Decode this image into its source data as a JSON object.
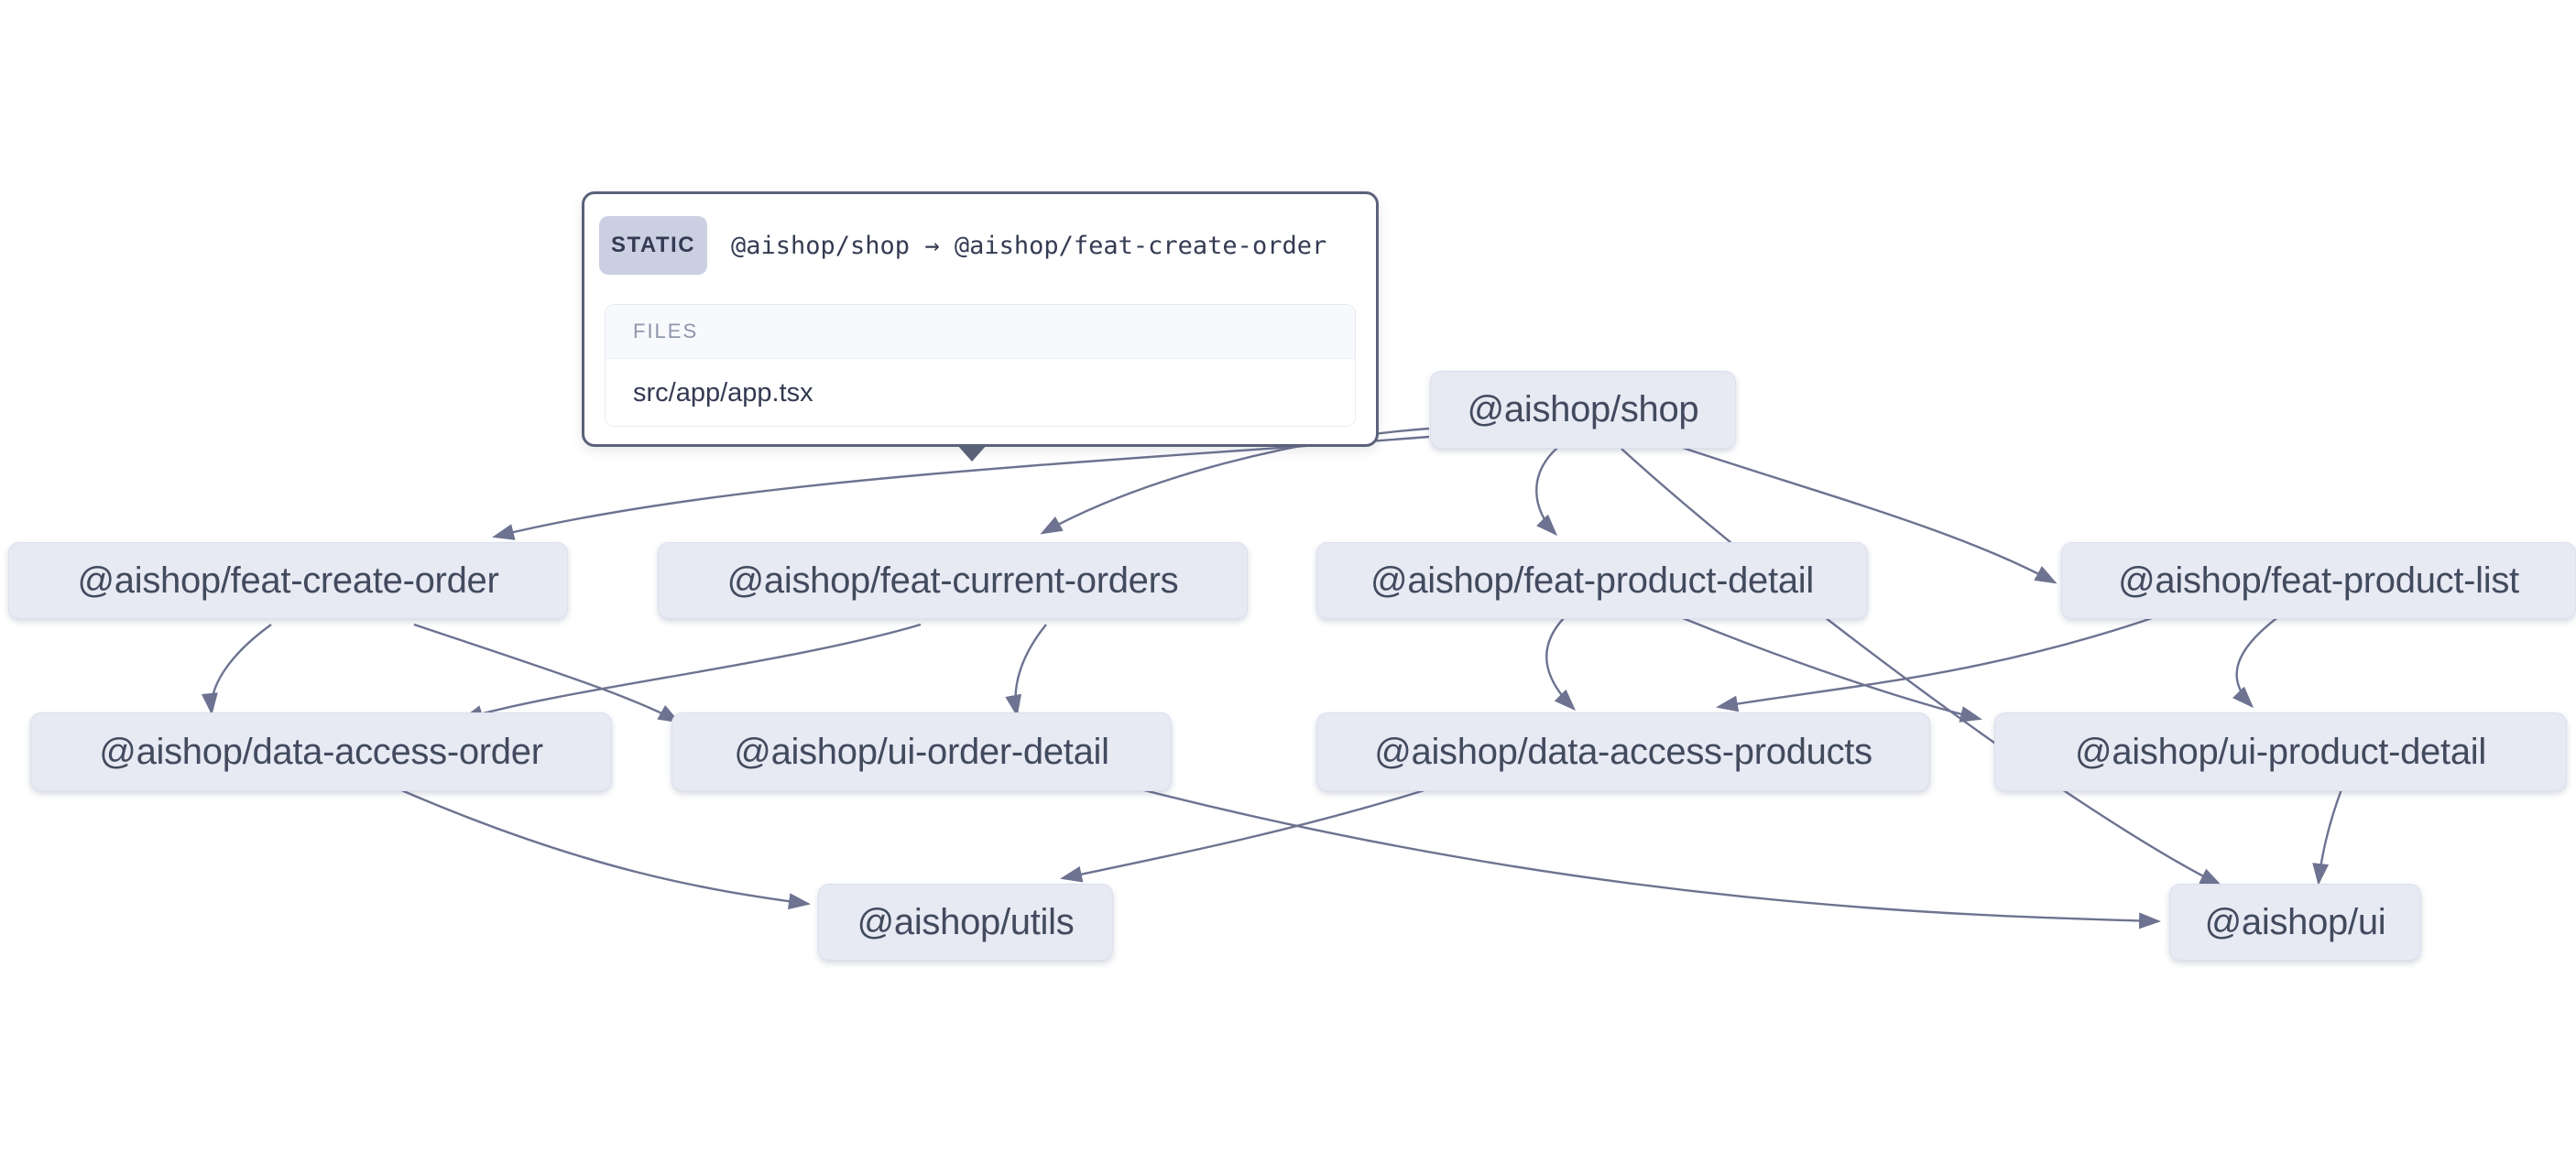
{
  "app": {
    "type": "project-graph-viewer"
  },
  "edge_tooltip": {
    "badge": "STATIC",
    "relation": "@aishop/shop → @aishop/feat-create-order",
    "files_heading": "FILES",
    "files": [
      "src/app/app.tsx"
    ]
  },
  "graph": {
    "nodes": [
      {
        "id": "shop",
        "label": "@aishop/shop"
      },
      {
        "id": "feat-create-order",
        "label": "@aishop/feat-create-order"
      },
      {
        "id": "feat-current-orders",
        "label": "@aishop/feat-current-orders"
      },
      {
        "id": "feat-product-detail",
        "label": "@aishop/feat-product-detail"
      },
      {
        "id": "feat-product-list",
        "label": "@aishop/feat-product-list"
      },
      {
        "id": "data-access-order",
        "label": "@aishop/data-access-order"
      },
      {
        "id": "ui-order-detail",
        "label": "@aishop/ui-order-detail"
      },
      {
        "id": "data-access-products",
        "label": "@aishop/data-access-products"
      },
      {
        "id": "ui-product-detail",
        "label": "@aishop/ui-product-detail"
      },
      {
        "id": "utils",
        "label": "@aishop/utils"
      },
      {
        "id": "ui",
        "label": "@aishop/ui"
      }
    ],
    "edges": [
      {
        "source": "@aishop/shop",
        "target": "@aishop/feat-create-order",
        "type": "static",
        "selected": true
      },
      {
        "source": "@aishop/shop",
        "target": "@aishop/feat-current-orders",
        "type": "static"
      },
      {
        "source": "@aishop/shop",
        "target": "@aishop/feat-product-detail",
        "type": "static"
      },
      {
        "source": "@aishop/shop",
        "target": "@aishop/feat-product-list",
        "type": "static"
      },
      {
        "source": "@aishop/shop",
        "target": "@aishop/ui",
        "type": "static"
      },
      {
        "source": "@aishop/feat-create-order",
        "target": "@aishop/data-access-order",
        "type": "static"
      },
      {
        "source": "@aishop/feat-create-order",
        "target": "@aishop/ui-order-detail",
        "type": "static"
      },
      {
        "source": "@aishop/feat-current-orders",
        "target": "@aishop/data-access-order",
        "type": "static"
      },
      {
        "source": "@aishop/feat-current-orders",
        "target": "@aishop/ui-order-detail",
        "type": "static"
      },
      {
        "source": "@aishop/feat-product-detail",
        "target": "@aishop/data-access-products",
        "type": "static"
      },
      {
        "source": "@aishop/feat-product-detail",
        "target": "@aishop/ui-product-detail",
        "type": "static"
      },
      {
        "source": "@aishop/feat-product-list",
        "target": "@aishop/data-access-products",
        "type": "static"
      },
      {
        "source": "@aishop/feat-product-list",
        "target": "@aishop/ui-product-detail",
        "type": "static"
      },
      {
        "source": "@aishop/data-access-order",
        "target": "@aishop/utils",
        "type": "static"
      },
      {
        "source": "@aishop/data-access-products",
        "target": "@aishop/utils",
        "type": "static"
      },
      {
        "source": "@aishop/ui-order-detail",
        "target": "@aishop/ui",
        "type": "static"
      },
      {
        "source": "@aishop/ui-product-detail",
        "target": "@aishop/ui",
        "type": "static"
      }
    ]
  },
  "colors": {
    "canvas_bg": "#ffffff",
    "node_fill": "#e7e9f3",
    "node_border": "#dcdfee",
    "node_text": "#424a5e",
    "edge": "#6d7390",
    "tooltip_border": "#5a627a",
    "badge_bg": "#cad0e2",
    "badge_text": "#333a52",
    "files_header_bg": "#f8f9fc",
    "files_header_text": "#8f96ab",
    "file_text": "#333a52"
  }
}
